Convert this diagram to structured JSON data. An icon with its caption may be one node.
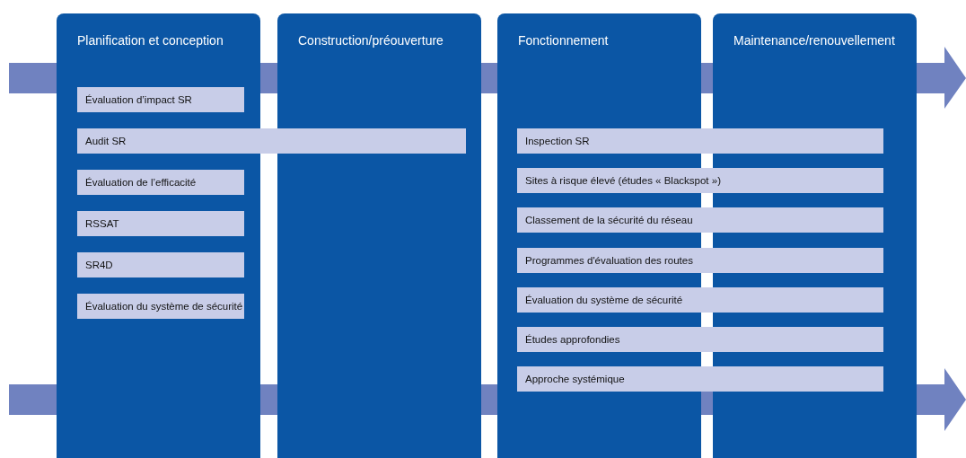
{
  "diagram": {
    "nodes": [
      {
        "text": [
          "Planification et conception"
        ]
      },
      {
        "text": [
          "Construction/préouverture"
        ]
      },
      {
        "text": [
          "Fonctionnement"
        ]
      },
      {
        "text": [
          "Maintenance/renouvellement"
        ]
      },
      {
        "text": [
          "Évaluation d’impact SR"
        ],
        "in": 0
      },
      {
        "text": [
          "Audit SR"
        ]
      },
      {
        "text": [
          "Évaluation de l’efficacité"
        ],
        "in": 0
      },
      {
        "text": [
          "RSSAT"
        ],
        "in": 0
      },
      {
        "text": [
          "SR4D"
        ],
        "in": 0
      },
      {
        "text": [
          "Évaluation du système de sécurité"
        ],
        "in": 0
      },
      {
        "text": [
          "Inspection SR"
        ]
      },
      {
        "text": [
          "Sites à risque élevé (études « Blackspot »)"
        ]
      },
      {
        "text": [
          "Classement de la sécurité du réseau"
        ]
      },
      {
        "text": [
          "Programmes d'évaluation des routes"
        ]
      },
      {
        "text": [
          "Évaluation du système de sécurité"
        ]
      },
      {
        "text": [
          "Études approfondies"
        ]
      },
      {
        "text": [
          "Approche systémique"
        ]
      }
    ]
  }
}
